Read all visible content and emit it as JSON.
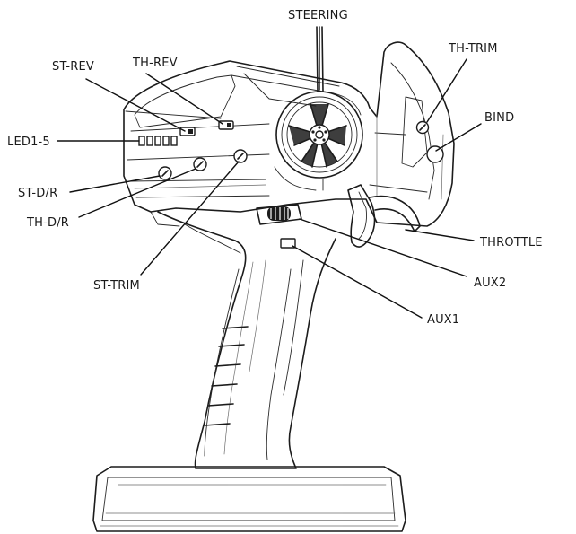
{
  "labels": {
    "steering": "STEERING",
    "th_trim": "TH-TRIM",
    "st_rev": "ST-REV",
    "th_rev": "TH-REV",
    "bind": "BIND",
    "led": "LED1-5",
    "st_dr": "ST-D/R",
    "th_dr": "TH-D/R",
    "st_trim": "ST-TRIM",
    "throttle": "THROTTLE",
    "aux2": "AUX2",
    "aux1": "AUX1"
  }
}
